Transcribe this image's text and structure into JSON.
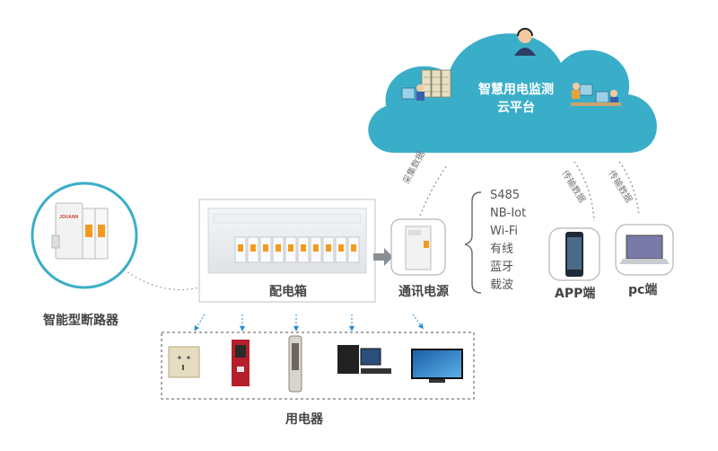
{
  "cloud": {
    "title_line1": "智慧用电监测",
    "title_line2": "云平台",
    "color": "#3aaec8"
  },
  "breaker": {
    "label": "智能型断路器",
    "brand": "JOUANN"
  },
  "distribution_box": {
    "label": "配电箱"
  },
  "comm_power": {
    "label": "通讯电源"
  },
  "comm_protocols": [
    "S485",
    "NB-Iot",
    "Wi-Fi",
    "有线",
    "蓝牙",
    "载波"
  ],
  "flows": {
    "collect": "采集数据",
    "transfer_app": "传输数据",
    "transfer_pc": "传输数据"
  },
  "endpoints": {
    "app": "APP端",
    "pc": "pc端"
  },
  "appliances": {
    "label": "用电器"
  },
  "icons": {
    "cloud": "cloud-icon",
    "operator": "headset-operator-icon",
    "server": "server-rack-icon",
    "worker": "workstation-icon",
    "phone": "smartphone-icon",
    "laptop": "laptop-icon",
    "socket": "wall-socket-icon",
    "water": "water-dispenser-icon",
    "ac": "tower-air-conditioner-icon",
    "computer": "desktop-computer-icon",
    "tv": "television-icon"
  },
  "colors": {
    "accent": "#3aaec8",
    "breaker_orange": "#f39a1e",
    "arrow": "#2a8fd6"
  }
}
